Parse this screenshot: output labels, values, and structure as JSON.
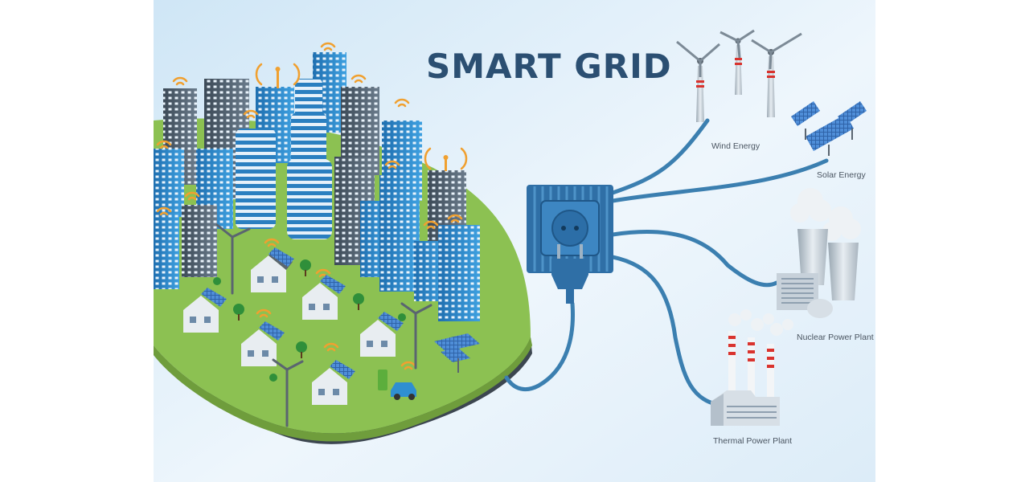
{
  "title": "SMART GRID",
  "sources": {
    "wind": "Wind Energy",
    "solar": "Solar Energy",
    "nuclear": "Nuclear Power Plant",
    "thermal": "Thermal Power Plant"
  },
  "colors": {
    "title": "#2b4f72",
    "cable": "#3b7fb0",
    "ground": "#8cc152",
    "building_blue": "#2f8fd1",
    "wifi": "#f0a030",
    "chimney_stripe": "#d9332e"
  }
}
